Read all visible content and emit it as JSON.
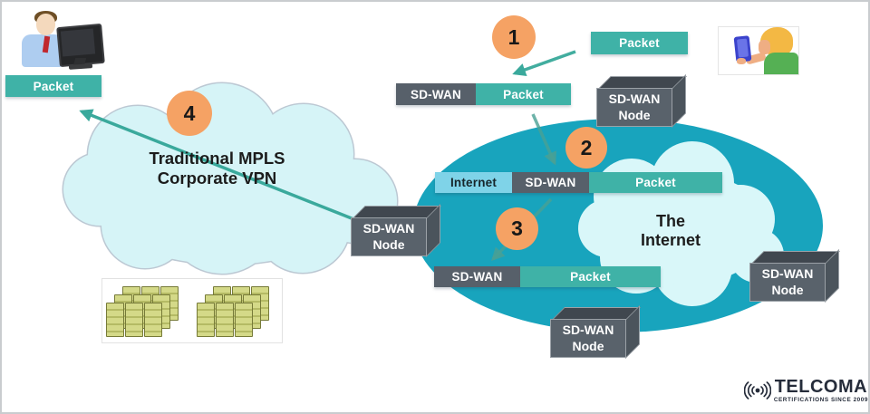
{
  "labels": {
    "packet_left": "Packet",
    "packet_right": "Packet",
    "mpls_cloud": "Traditional MPLS Corporate VPN",
    "internet_cloud": "The Internet"
  },
  "steps": [
    "1",
    "2",
    "3",
    "4"
  ],
  "rows": {
    "encap1": [
      {
        "label": "SD-WAN",
        "type": "sdwan"
      },
      {
        "label": "Packet",
        "type": "packet"
      }
    ],
    "encap2": [
      {
        "label": "Internet",
        "type": "internet"
      },
      {
        "label": "SD-WAN",
        "type": "sdwan"
      },
      {
        "label": "Packet",
        "type": "packet"
      }
    ],
    "encap3": [
      {
        "label": "SD-WAN",
        "type": "sdwan"
      },
      {
        "label": "Packet",
        "type": "packet"
      }
    ]
  },
  "nodes": [
    "SD-WAN Node",
    "SD-WAN Node",
    "SD-WAN Node",
    "SD-WAN Node"
  ],
  "logo": {
    "brand": "TELCOMA",
    "tagline": "CERTIFICATIONS SINCE 2009"
  },
  "colors": {
    "packet_teal": "#3fb2a7",
    "sdwan_slate": "#57606a",
    "internet_blue": "#7fd3e8",
    "internet_ellipse": "#18a4bd",
    "cloud_fill": "#d6f4f7",
    "step_orange": "#f5a264",
    "arrow_teal": "#3aa99c"
  }
}
